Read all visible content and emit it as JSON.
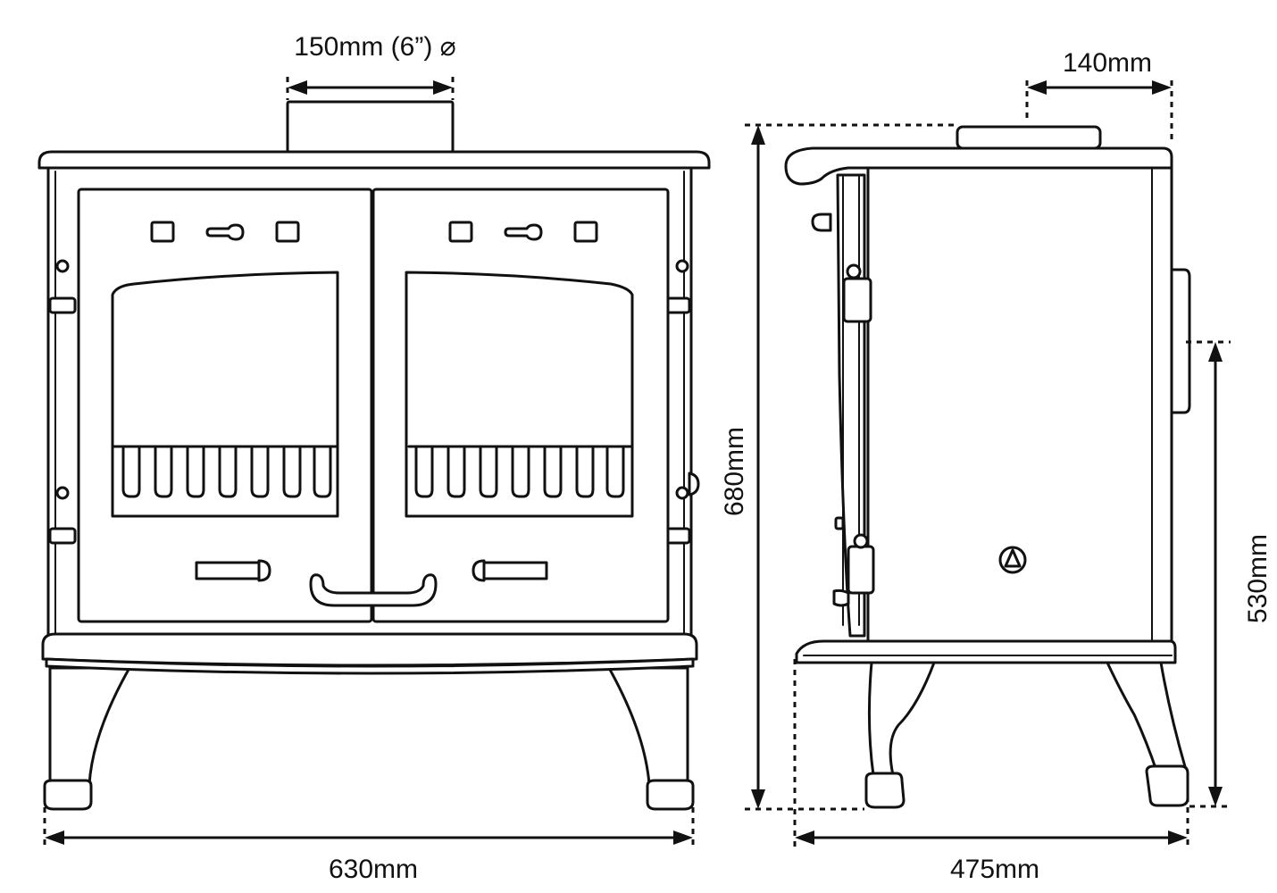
{
  "dimensions": {
    "flue_diameter": "150mm (6”) ⌀",
    "flue_offset": "140mm",
    "overall_height": "680mm",
    "flue_centre_height": "530mm",
    "overall_width": "630mm",
    "overall_depth": "475mm"
  },
  "colors": {
    "line": "#111111",
    "background": "#ffffff"
  }
}
